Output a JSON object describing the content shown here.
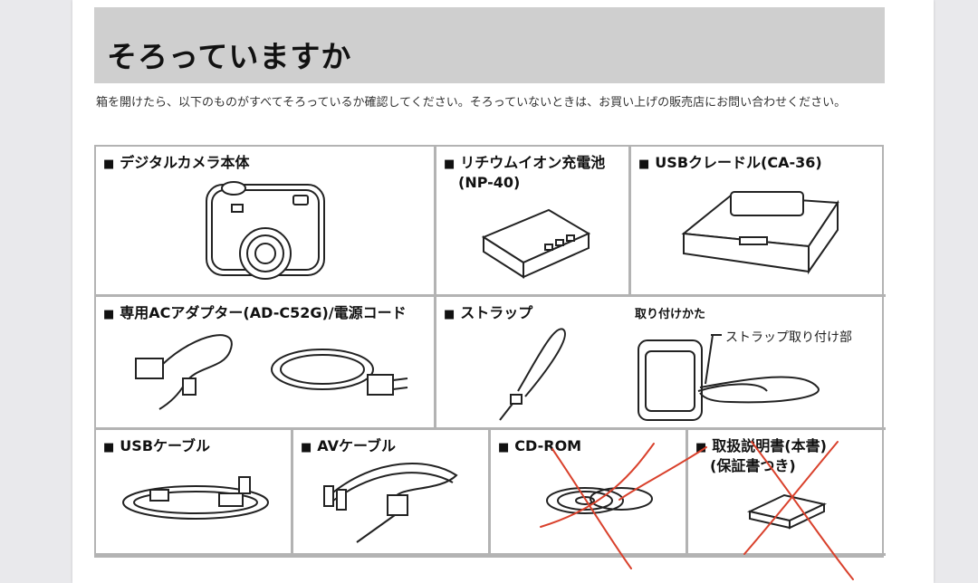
{
  "title": "そろっていますか",
  "intro": "箱を開けたら、以下のものがすべてそろっているか確認してください。そろっていないときは、お買い上げの販売店にお問い合わせください。",
  "bullet": "■",
  "items": {
    "camera": "デジタルカメラ本体",
    "battery_line1": "リチウムイオン充電池",
    "battery_line2": "(NP-40)",
    "cradle": "USBクレードル(CA-36)",
    "adapter": "専用ACアダプター(AD-C52G)/電源コード",
    "strap": "ストラップ",
    "strap_attach_title": "取り付けかた",
    "strap_attach_callout": "ストラップ取り付け部",
    "usb_cable": "USBケーブル",
    "av_cable": "AVケーブル",
    "cdrom": "CD-ROM",
    "manual_line1": "取扱説明書(本書)",
    "manual_line2": "(保証書つき)"
  },
  "colors": {
    "title_bg": "#cfcfcf",
    "grid_border": "#b3b3b3",
    "annotation_red": "#d9412c"
  }
}
